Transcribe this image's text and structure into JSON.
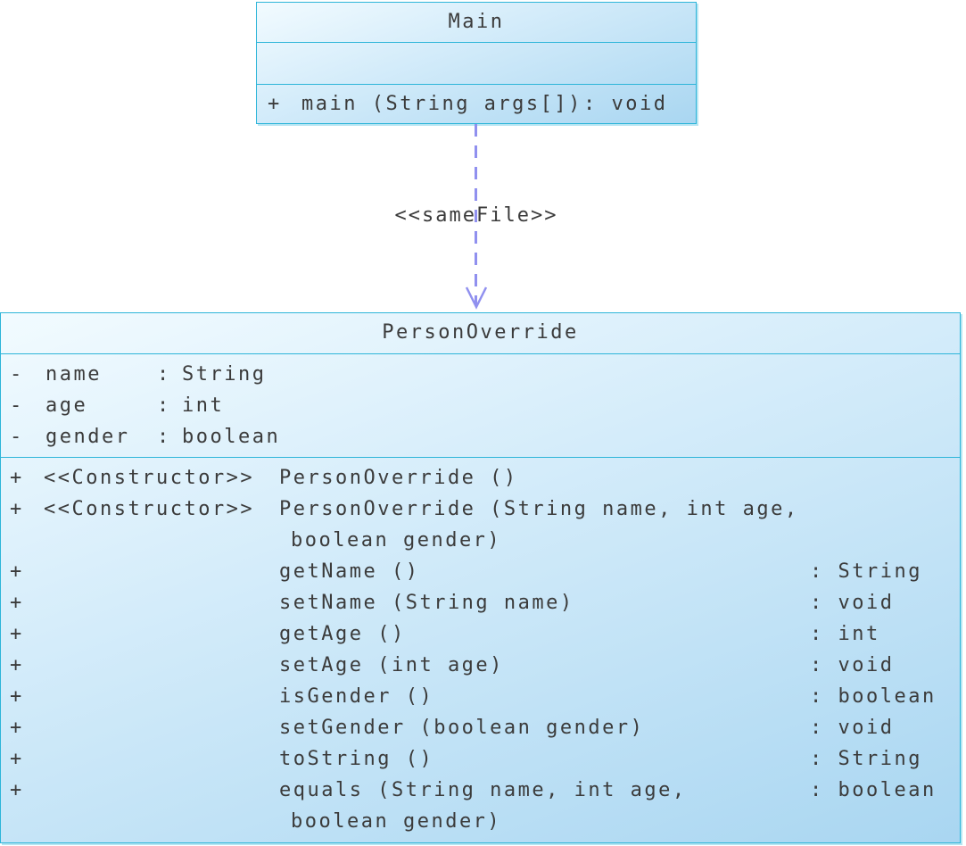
{
  "main": {
    "title": "Main",
    "method": {
      "vis": "+",
      "sig": "main (String args[])",
      "ret": ": void"
    }
  },
  "relation": {
    "label": "<<sameFile>>"
  },
  "person": {
    "title": "PersonOverride",
    "attributes": [
      {
        "vis": "-",
        "name": "name",
        "sep": ":",
        "type": "String"
      },
      {
        "vis": "-",
        "name": "age",
        "sep": ":",
        "type": "int"
      },
      {
        "vis": "-",
        "name": "gender",
        "sep": ":",
        "type": "boolean"
      }
    ],
    "methods": [
      {
        "vis": "+",
        "stereo": "<<Constructor>>",
        "line1": "PersonOverride ()",
        "line2": "",
        "ret": ""
      },
      {
        "vis": "+",
        "stereo": "<<Constructor>>",
        "line1": "PersonOverride (String name, int age,",
        "line2": "boolean gender)",
        "ret": ""
      },
      {
        "vis": "+",
        "stereo": "",
        "line1": "getName ()",
        "line2": "",
        "ret": ": String"
      },
      {
        "vis": "+",
        "stereo": "",
        "line1": "setName (String name)",
        "line2": "",
        "ret": ": void"
      },
      {
        "vis": "+",
        "stereo": "",
        "line1": "getAge ()",
        "line2": "",
        "ret": ": int"
      },
      {
        "vis": "+",
        "stereo": "",
        "line1": "setAge (int age)",
        "line2": "",
        "ret": ": void"
      },
      {
        "vis": "+",
        "stereo": "",
        "line1": "isGender ()",
        "line2": "",
        "ret": ": boolean"
      },
      {
        "vis": "+",
        "stereo": "",
        "line1": "setGender (boolean gender)",
        "line2": "",
        "ret": ": void"
      },
      {
        "vis": "+",
        "stereo": "",
        "line1": "toString ()",
        "line2": "",
        "ret": ": String"
      },
      {
        "vis": "+",
        "stereo": "",
        "line1": "equals (String name, int age,",
        "line2": "boolean gender)",
        "ret": ": boolean"
      }
    ]
  }
}
